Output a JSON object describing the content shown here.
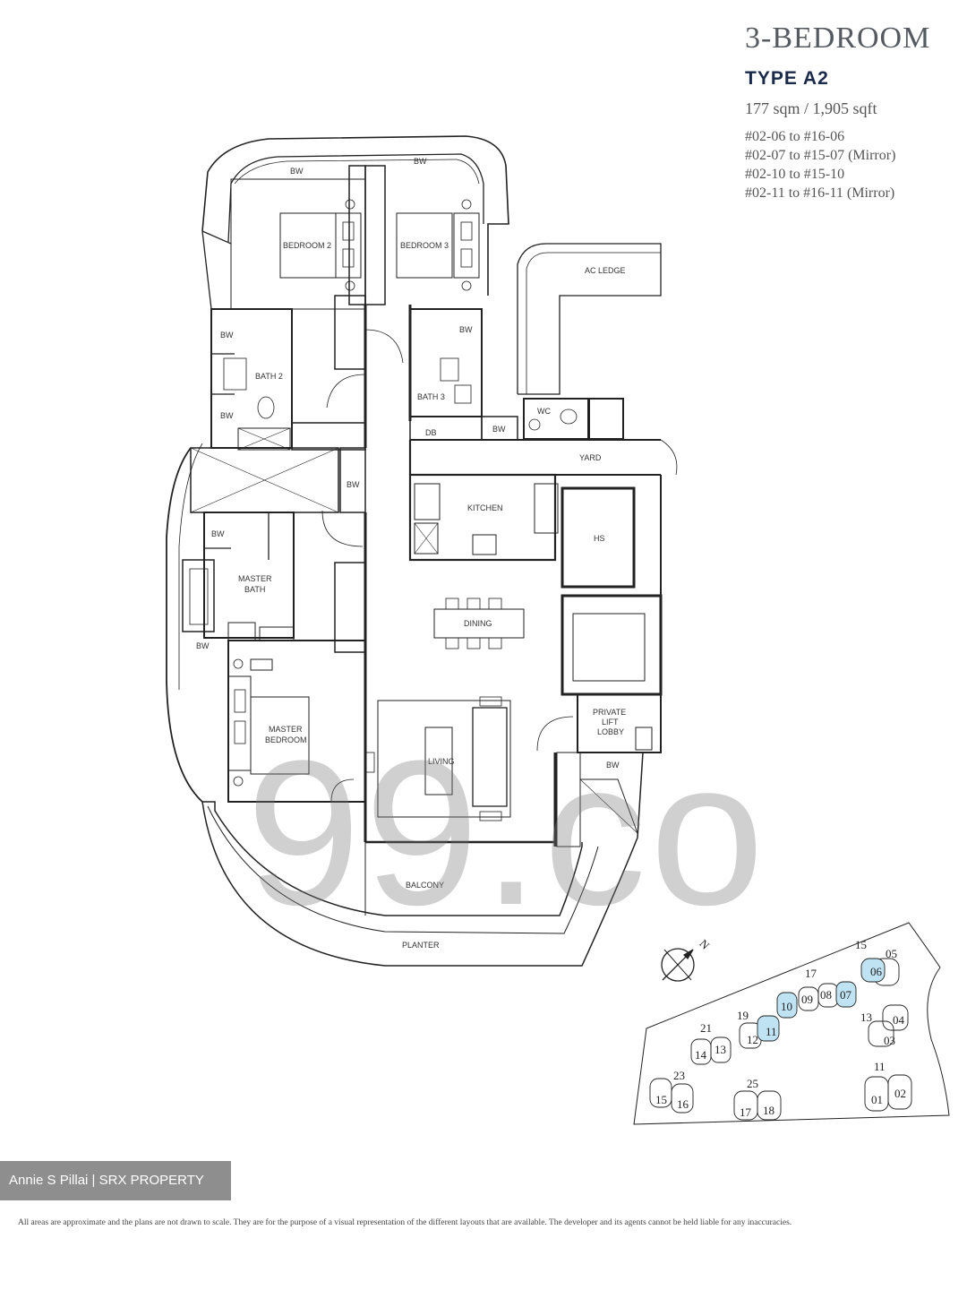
{
  "header": {
    "title": "3-BEDROOM",
    "type": "TYPE A2",
    "area": "177 sqm / 1,905 sqft",
    "units": [
      "#02-06 to #16-06",
      "#02-07 to #15-07 (Mirror)",
      "#02-10 to #15-10",
      "#02-11 to #16-11 (Mirror)"
    ]
  },
  "rooms": {
    "bw": "BW",
    "bedroom2": "BEDROOM 2",
    "bedroom3": "BEDROOM 3",
    "ac_ledge": "AC LEDGE",
    "bath2": "BATH 2",
    "bath3": "BATH 3",
    "wc": "WC",
    "db": "DB",
    "yard": "YARD",
    "kitchen": "KITCHEN",
    "hs": "HS",
    "master_bath_1": "MASTER",
    "master_bath_2": "BATH",
    "dining": "DINING",
    "private_lift_1": "PRIVATE",
    "private_lift_2": "LIFT",
    "private_lift_3": "LOBBY",
    "master_bedroom_1": "MASTER",
    "master_bedroom_2": "BEDROOM",
    "living": "LIVING",
    "balcony": "BALCONY",
    "planter": "PLANTER"
  },
  "keyplan": {
    "north": "N",
    "blocks": [
      "15",
      "17",
      "19",
      "21",
      "13",
      "11",
      "23",
      "25"
    ],
    "units": [
      "05",
      "06",
      "07",
      "08",
      "09",
      "10",
      "11",
      "12",
      "13",
      "14",
      "04",
      "03",
      "01",
      "02",
      "15",
      "16",
      "17",
      "18"
    ],
    "highlight_color": "#bfe3f2"
  },
  "watermark": "99.co",
  "agent": "Annie S Pillai | SRX PROPERTY",
  "disclaimer": "All areas are approximate and the plans are not drawn to scale. They are for the purpose of a visual representation of the different layouts that are available. The developer and its agents cannot be held liable for any inaccuracies."
}
